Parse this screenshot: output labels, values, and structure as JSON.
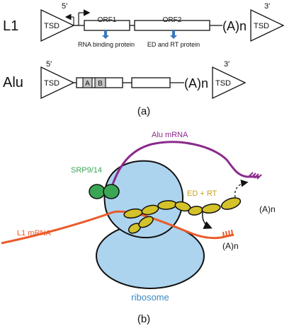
{
  "l1_row": {
    "label": "L1",
    "five_prime": "5′",
    "three_prime": "3′",
    "tsd_left": "TSD",
    "tsd_right": "TSD",
    "orf1": "ORF1",
    "orf2": "ORF2",
    "polya": "(A)n",
    "orf1_product": "RNA binding protein",
    "orf2_product": "ED and RT protein"
  },
  "alu_row": {
    "label": "Alu",
    "five_prime": "5′",
    "three_prime": "3′",
    "tsd_left": "TSD",
    "tsd_right": "TSD",
    "box_a": "A",
    "box_b": "B",
    "polya": "(A)n"
  },
  "panel_a_label": "(a)",
  "panel_b": {
    "alu_mrna": "Alu mRNA",
    "srp": "SRP9/14",
    "ed_rt": "ED + RT",
    "l1_mrna": "L1 mRNA",
    "polya_upper": "(A)n",
    "polya_lower": "(A)n",
    "ribosome": "ribosome",
    "label": "(b)"
  },
  "colors": {
    "alu_mrna": "#8b2a8c",
    "l1_mrna": "#ea5a2b",
    "srp": "#3aa655",
    "ed_rt_label": "#c7a21c",
    "protein_fill": "#d4c22a",
    "ribosome": "#add4ee",
    "ribosome_label": "#3b88c4",
    "arrow_down": "#3b79b9"
  }
}
